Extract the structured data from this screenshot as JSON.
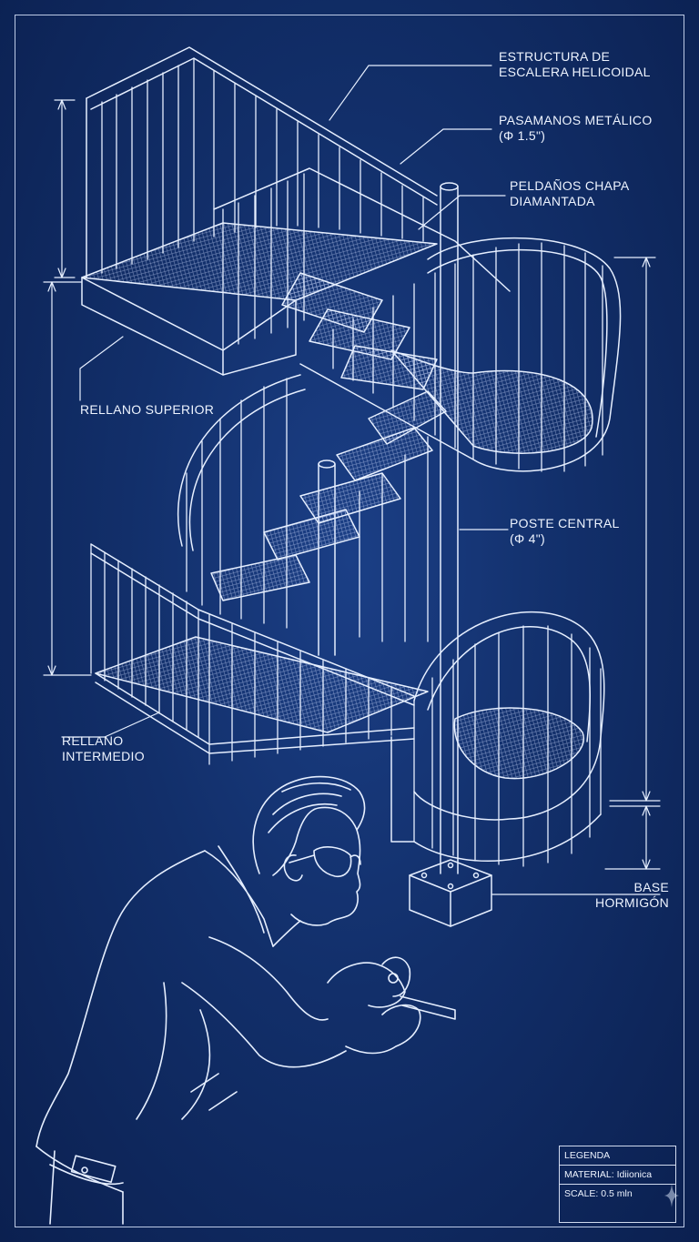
{
  "colors": {
    "background": "#122f6a",
    "line": "#eaf2ff"
  },
  "labels": {
    "structure": "ESTRUCTURA DE\nESCALERA HELICOIDAL",
    "handrail": "PASAMANOS METÁLICO\n(Φ 1.5\")",
    "treads": "PELDAÑOS CHAPA\nDIAMANTADA",
    "upper_landing": "RELLANO SUPERIOR",
    "central_post": "POSTE CENTRAL\n(Φ 4\")",
    "intermediate_landing": "RELLANO\nINTERMEDIO",
    "base": "BASE\nHORMIGÓN"
  },
  "legend": {
    "title": "LEGENDA",
    "material_label": "MATERIAL:",
    "material_value": "Idiionica",
    "scale": "SCALE: 0.5 mln"
  },
  "icons": {
    "corner_mark": "sparkle-icon"
  }
}
